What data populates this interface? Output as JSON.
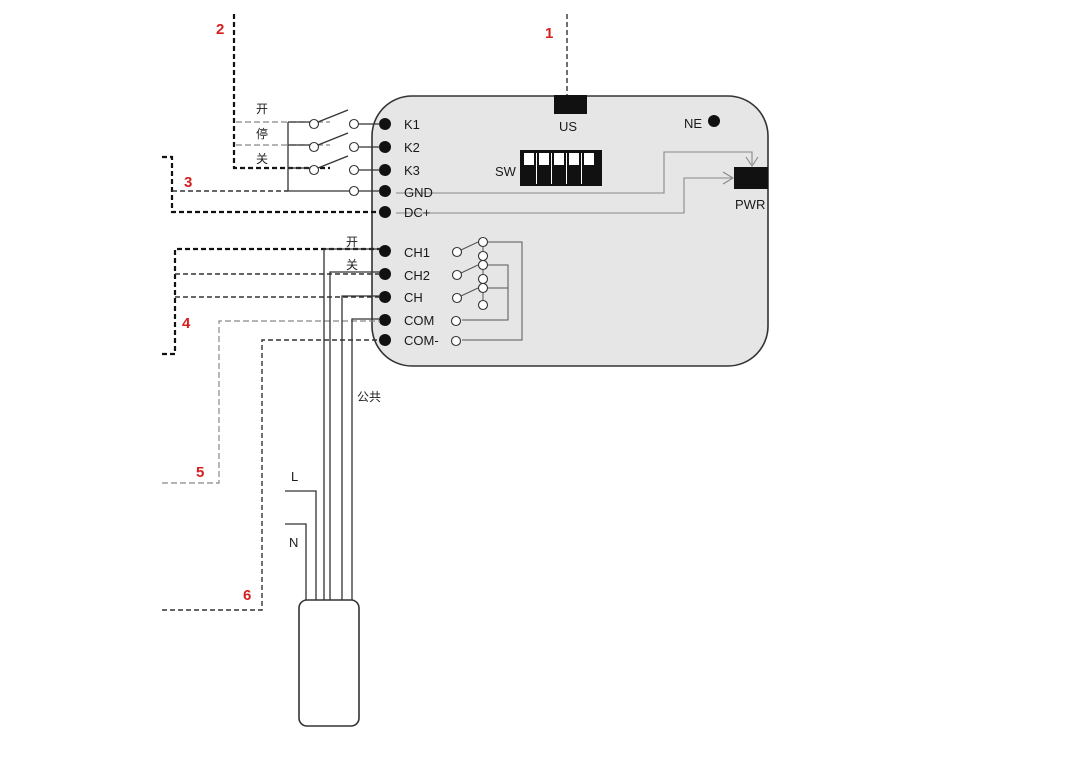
{
  "markers": {
    "m1": "1",
    "m2": "2",
    "m3": "3",
    "m4": "4",
    "m5": "5",
    "m6": "6",
    "color": "#d42020"
  },
  "device": {
    "fill": "#e6e6e6",
    "us_label": "US",
    "ne_label": "NE",
    "sw_label": "SW",
    "pwr_label": "PWR"
  },
  "terminals": {
    "k1": "K1",
    "k2": "K2",
    "k3": "K3",
    "gnd": "GND",
    "dc": "DC+",
    "ch1": "CH1",
    "ch2": "CH2",
    "ch": "CH",
    "com": "COM",
    "com_neg": "COM-"
  },
  "switch_labels": {
    "open": "开",
    "stop": "停",
    "close": "关"
  },
  "motor_labels": {
    "open": "开",
    "close": "关",
    "common": "公共",
    "live": "L",
    "neutral": "N"
  }
}
